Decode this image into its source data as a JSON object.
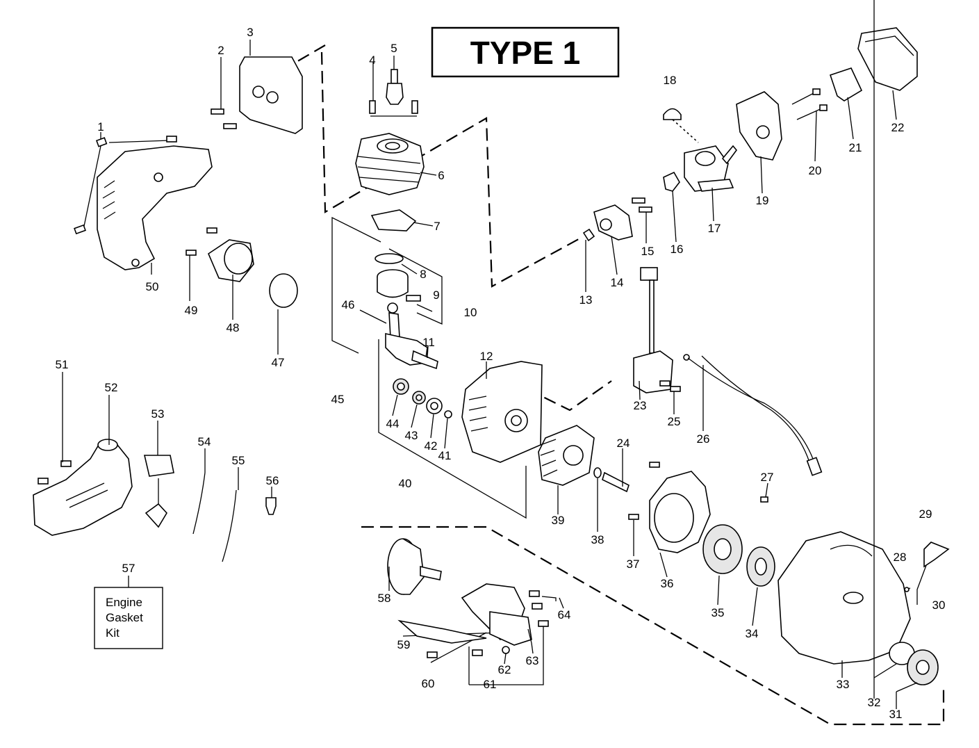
{
  "title": "TYPE 1",
  "kit": {
    "number": "57",
    "lines": [
      "Engine",
      "Gasket",
      "Kit"
    ]
  },
  "part_numbers": [
    "1",
    "2",
    "3",
    "4",
    "5",
    "6",
    "7",
    "8",
    "9",
    "10",
    "11",
    "12",
    "13",
    "14",
    "15",
    "16",
    "17",
    "18",
    "19",
    "20",
    "21",
    "22",
    "23",
    "24",
    "25",
    "26",
    "27",
    "28",
    "29",
    "30",
    "31",
    "32",
    "33",
    "34",
    "35",
    "36",
    "37",
    "38",
    "39",
    "40",
    "41",
    "42",
    "43",
    "44",
    "45",
    "46",
    "47",
    "48",
    "49",
    "50",
    "51",
    "52",
    "53",
    "54",
    "55",
    "56",
    "58",
    "59",
    "60",
    "61",
    "62",
    "63",
    "64"
  ],
  "icons": [
    "air-filter-cover",
    "spark-plug",
    "cylinder",
    "piston",
    "crankshaft",
    "crankcase",
    "carburetor",
    "ignition-module",
    "fuel-tank",
    "clutch-drum",
    "engine-shroud",
    "starter-housing",
    "flywheel"
  ]
}
